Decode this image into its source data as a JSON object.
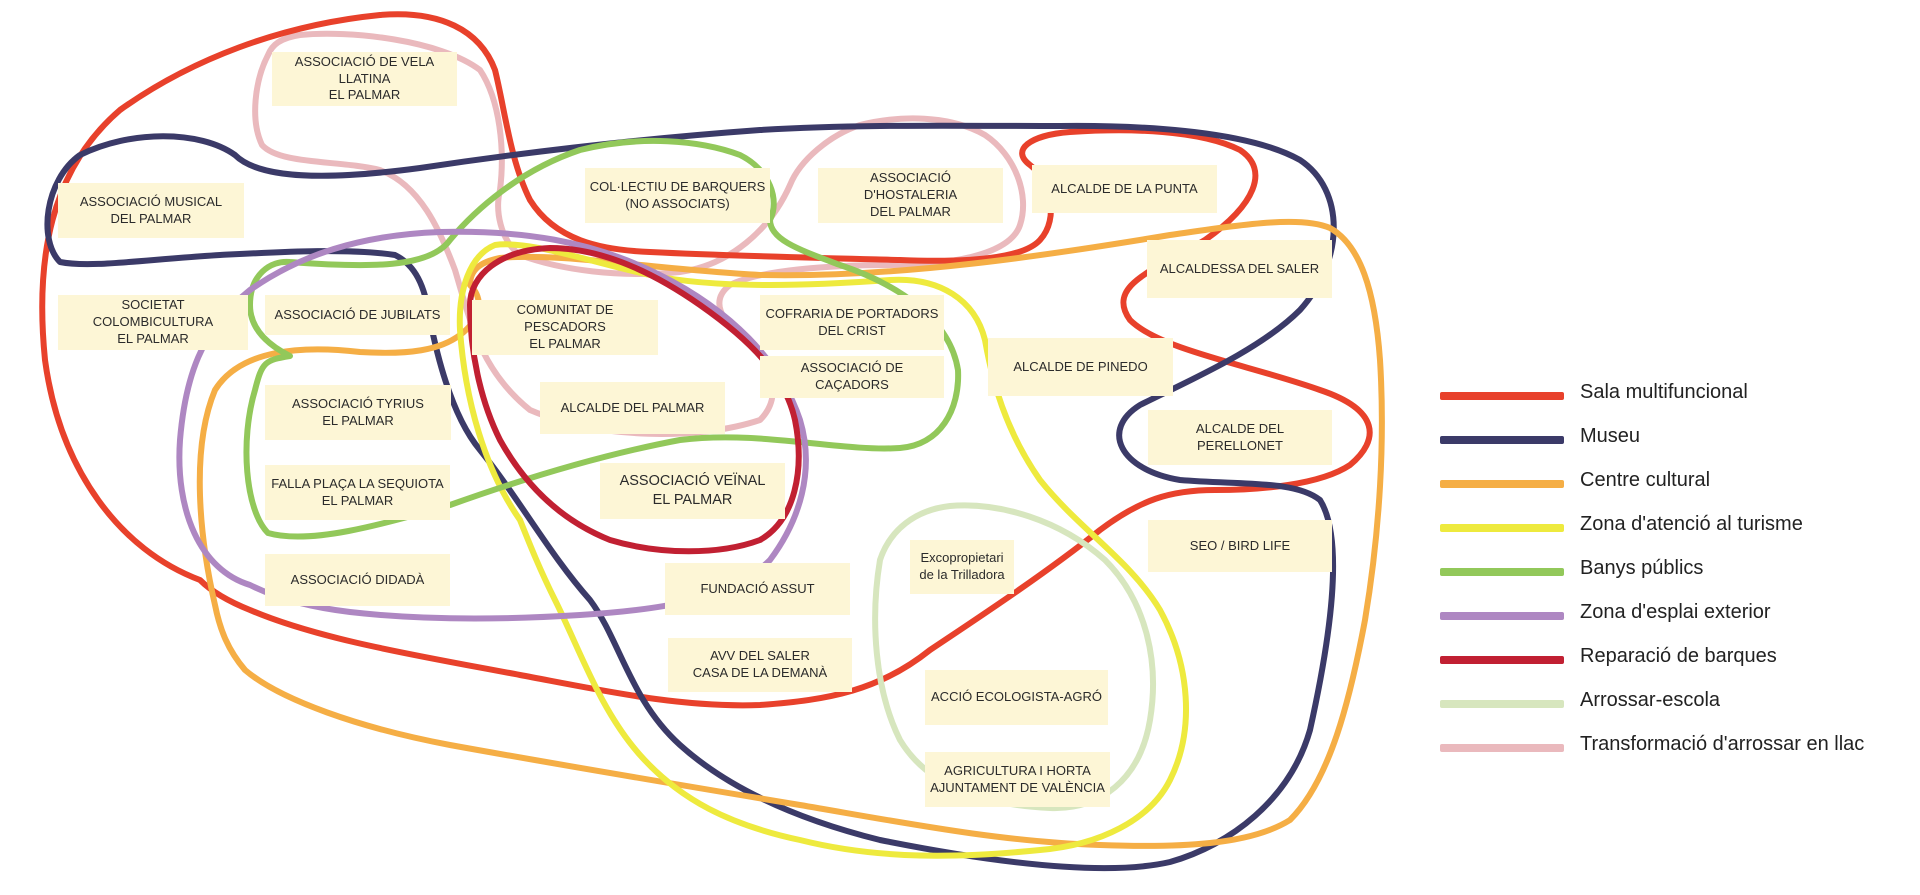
{
  "colors": {
    "sala_multifuncional": "#e8412b",
    "museu": "#3b3a68",
    "centre_cultural": "#f5ae45",
    "zona_turisme": "#eeea3e",
    "banys_publics": "#92c85a",
    "zona_esplai": "#ae87c2",
    "reparacio_barques": "#c12032",
    "arrossar_escola": "#d7e6be",
    "transformacio_arrossar": "#eab9bd",
    "box_fill": "#fdf6d6"
  },
  "organizations": [
    {
      "id": "vela-llatina",
      "label": "ASSOCIACIÓ DE VELA LLATINA\nEL PALMAR"
    },
    {
      "id": "musical",
      "label": "ASSOCIACIÓ MUSICAL\nDEL PALMAR"
    },
    {
      "id": "colombicultura",
      "label": "SOCIETAT COLOMBICULTURA\nEL PALMAR"
    },
    {
      "id": "jubilats",
      "label": "ASSOCIACIÓ DE JUBILATS"
    },
    {
      "id": "tyrius",
      "label": "ASSOCIACIÓ TYRIUS\nEL PALMAR"
    },
    {
      "id": "falla",
      "label": "FALLA PLAÇA LA SEQUIOTA\nEL PALMAR"
    },
    {
      "id": "didada",
      "label": "ASSOCIACIÓ DIDADÀ"
    },
    {
      "id": "barquers",
      "label": "COL·LECTIU DE BARQUERS\n(NO ASSOCIATS)"
    },
    {
      "id": "hostaleria",
      "label": "ASSOCIACIÓ D'HOSTALERIA\nDEL PALMAR"
    },
    {
      "id": "pescadors",
      "label": "COMUNITAT DE PESCADORS\nEL PALMAR"
    },
    {
      "id": "portadors",
      "label": "COFRARIA DE PORTADORS\nDEL CRIST"
    },
    {
      "id": "cacadors",
      "label": "ASSOCIACIÓ DE CAÇADORS"
    },
    {
      "id": "alcalde-palmar",
      "label": "ALCALDE DEL PALMAR"
    },
    {
      "id": "veinal",
      "label": "ASSOCIACIÓ VEÏNAL\nEL PALMAR"
    },
    {
      "id": "assut",
      "label": "FUNDACIÓ ASSUT"
    },
    {
      "id": "avv-saler",
      "label": "AVV DEL SALER\nCASA DE LA DEMANÀ"
    },
    {
      "id": "alcalde-punta",
      "label": "ALCALDE DE LA PUNTA"
    },
    {
      "id": "alcaldessa-saler",
      "label": "ALCALDESSA DEL SALER"
    },
    {
      "id": "alcalde-pinedo",
      "label": "ALCALDE DE PINEDO"
    },
    {
      "id": "alcalde-perellonet",
      "label": "ALCALDE DEL PERELLONET"
    },
    {
      "id": "seo",
      "label": "SEO / BIRD LIFE"
    },
    {
      "id": "trilladora",
      "label": "Excopropietari\nde la Trilladora"
    },
    {
      "id": "agro",
      "label": "ACCIÓ ECOLOGISTA-AGRÓ"
    },
    {
      "id": "horta",
      "label": "AGRICULTURA I HORTA\nAJUNTAMENT DE VALÈNCIA"
    }
  ],
  "legend": [
    {
      "key": "sala_multifuncional",
      "label": "Sala multifuncional"
    },
    {
      "key": "museu",
      "label": "Museu"
    },
    {
      "key": "centre_cultural",
      "label": "Centre cultural"
    },
    {
      "key": "zona_turisme",
      "label": "Zona d'atenció al turisme"
    },
    {
      "key": "banys_publics",
      "label": "Banys públics"
    },
    {
      "key": "zona_esplai",
      "label": "Zona d'esplai exterior"
    },
    {
      "key": "reparacio_barques",
      "label": "Reparació de barques"
    },
    {
      "key": "arrossar_escola",
      "label": "Arrossar-escola"
    },
    {
      "key": "transformacio_arrossar",
      "label": "Transformació d'arrossar en llac"
    }
  ]
}
